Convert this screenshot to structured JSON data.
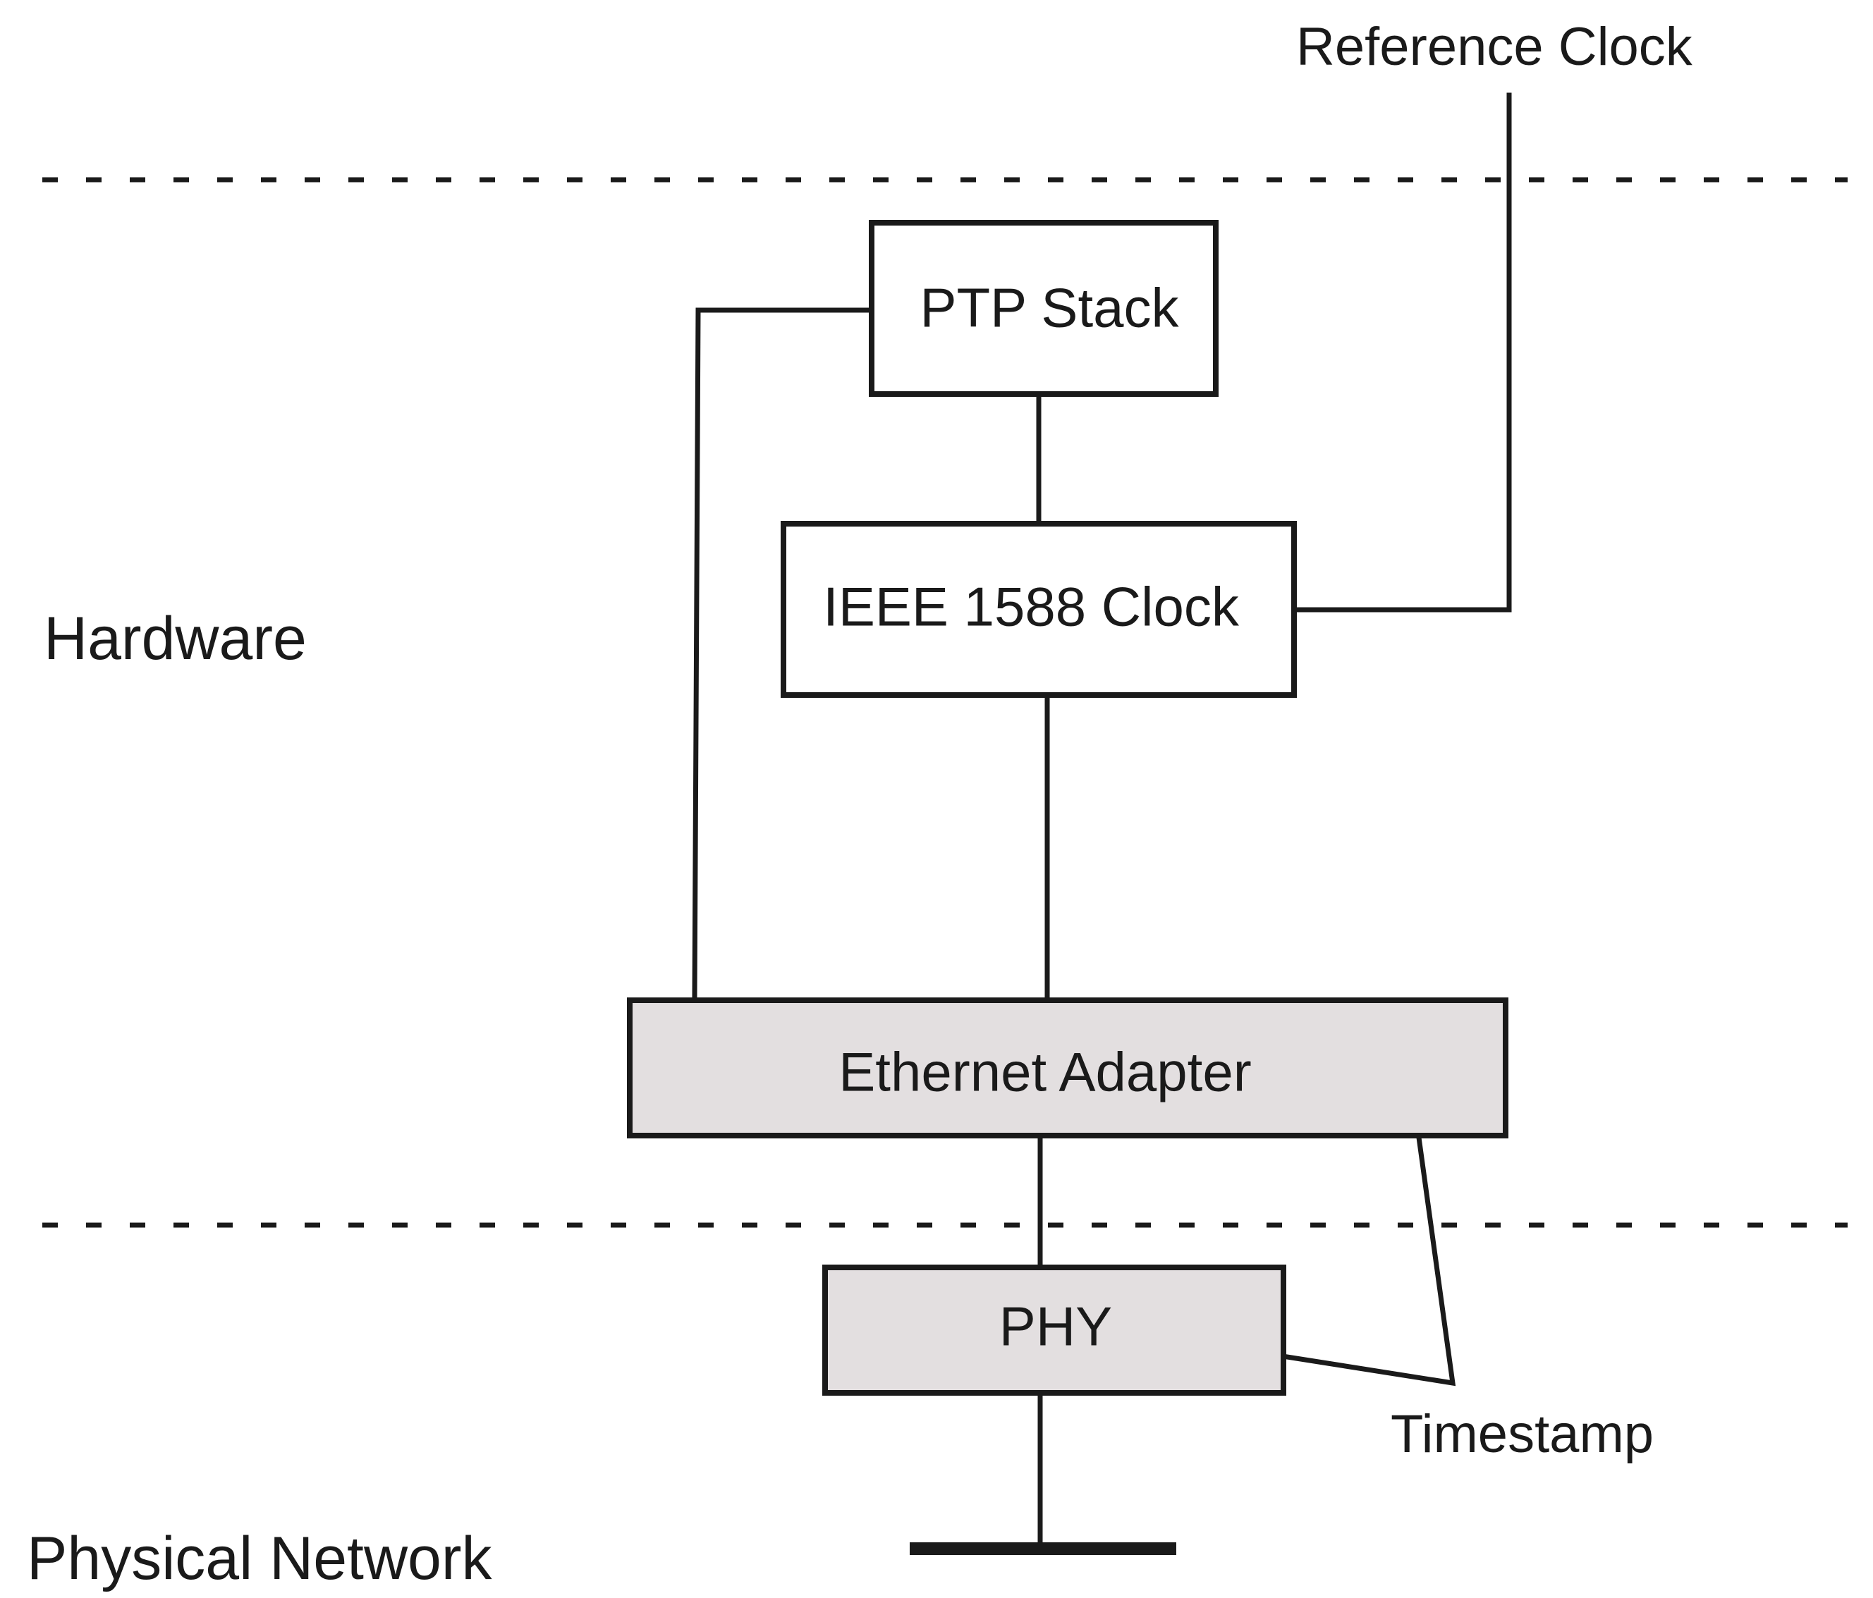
{
  "regions": {
    "hardware": "Hardware",
    "physical_network": "Physical Network"
  },
  "blocks": {
    "ptp_stack": "PTP Stack",
    "ieee_clock": "IEEE 1588 Clock",
    "ethernet_adapter": "Ethernet Adapter",
    "phy": "PHY"
  },
  "annotations": {
    "reference_clock": "Reference Clock",
    "timestamp": "Timestamp"
  },
  "colors": {
    "line": "#1a1a1a",
    "box_white": "#ffffff",
    "box_shaded": "#e3dfe0"
  }
}
